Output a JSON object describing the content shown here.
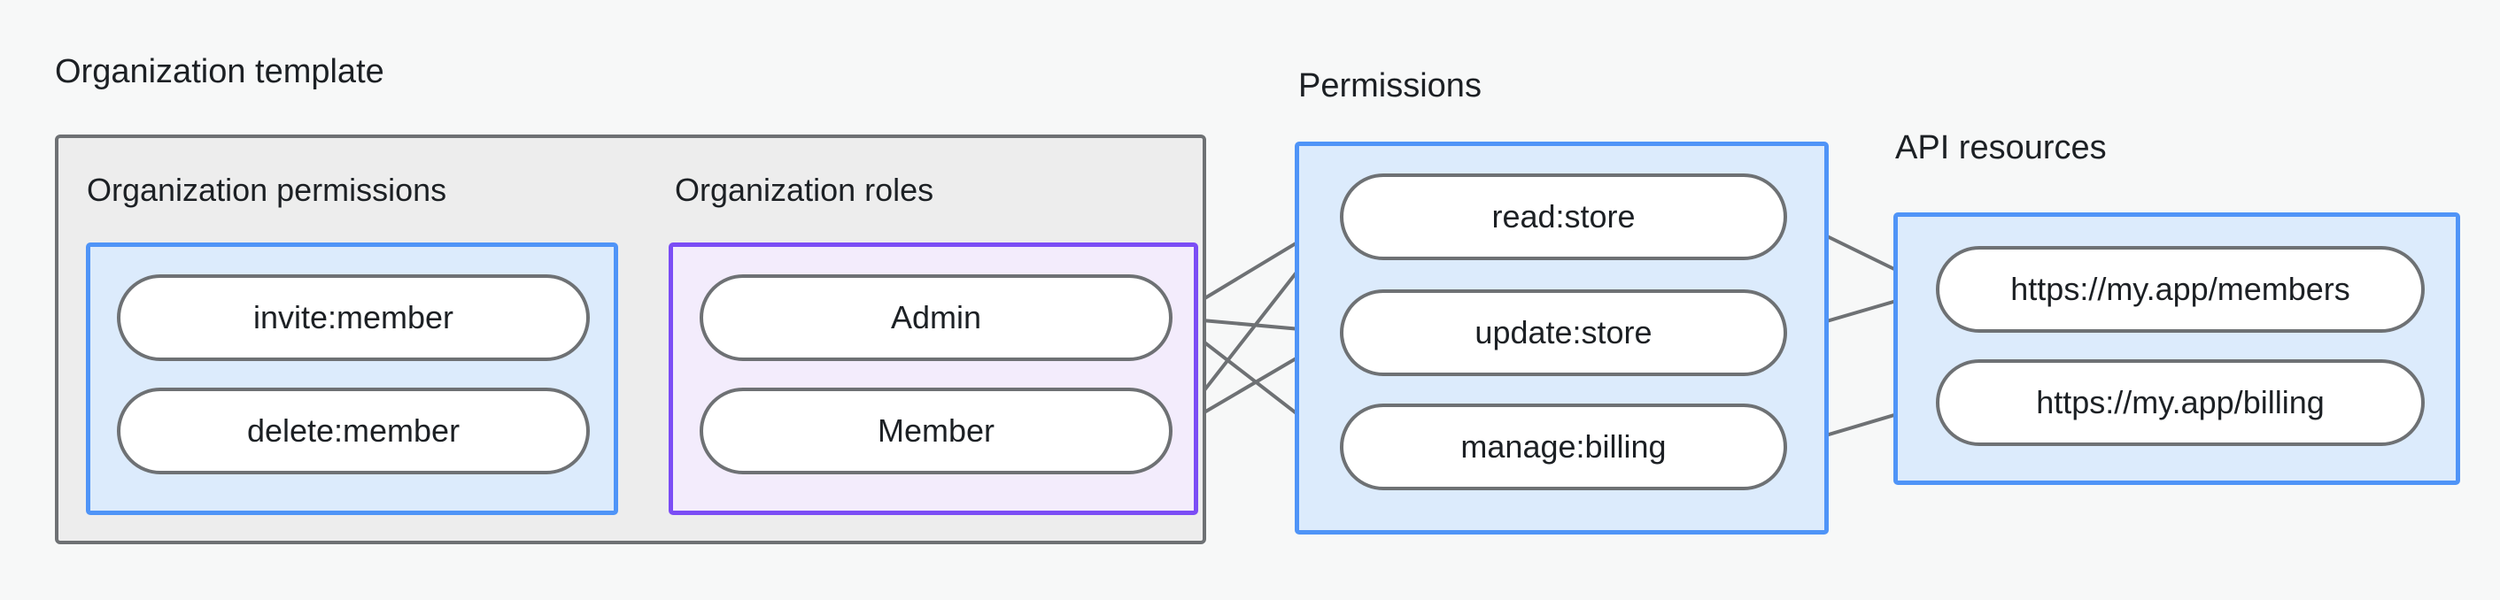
{
  "diagram": {
    "type": "node-link-diagram",
    "background_color": "#f7f8f8",
    "groups": {
      "org_template": {
        "title": "Organization template",
        "border_color": "#6e7174",
        "fill_color": "#ededed",
        "subgroups": {
          "org_permissions": {
            "title": "Organization permissions",
            "border_color": "#4f94f7",
            "fill_color": "#dcebfc",
            "nodes": [
              {
                "label": "invite:member"
              },
              {
                "label": "delete:member"
              }
            ]
          },
          "org_roles": {
            "title": "Organization roles",
            "border_color": "#7b4df5",
            "fill_color": "#f3ecfc",
            "nodes": [
              {
                "label": "Admin"
              },
              {
                "label": "Member"
              }
            ]
          }
        }
      },
      "permissions": {
        "title": "Permissions",
        "border_color": "#4f94f7",
        "fill_color": "#dcebfc",
        "nodes": [
          {
            "label": "read:store"
          },
          {
            "label": "update:store"
          },
          {
            "label": "manage:billing"
          }
        ]
      },
      "api_resources": {
        "title": "API resources",
        "border_color": "#4f94f7",
        "fill_color": "#dcebfc",
        "nodes": [
          {
            "label": "https://my.app/members"
          },
          {
            "label": "https://my.app/billing"
          }
        ]
      }
    },
    "edges": [
      {
        "from": "invite:member",
        "to": "Admin"
      },
      {
        "from": "invite:member",
        "to": "Member"
      },
      {
        "from": "delete:member",
        "to": "Member"
      },
      {
        "from": "Admin",
        "to": "read:store"
      },
      {
        "from": "Admin",
        "to": "update:store"
      },
      {
        "from": "Admin",
        "to": "manage:billing"
      },
      {
        "from": "Member",
        "to": "read:store"
      },
      {
        "from": "Member",
        "to": "update:store"
      },
      {
        "from": "read:store",
        "to": "https://my.app/members"
      },
      {
        "from": "update:store",
        "to": "https://my.app/members"
      },
      {
        "from": "manage:billing",
        "to": "https://my.app/billing"
      }
    ],
    "edge_color": "#6e7174"
  }
}
